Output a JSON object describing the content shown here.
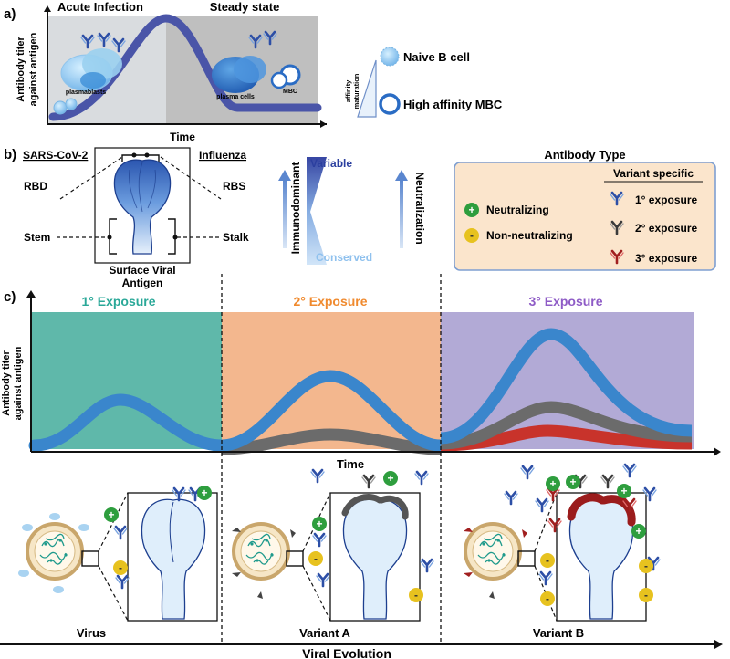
{
  "panel_a": {
    "panel_label": "a)",
    "acute_title": "Acute Infection",
    "steady_title": "Steady state",
    "y_label_line1": "Antibody titer",
    "y_label_line2": "against antigen",
    "x_label": "Time",
    "plasmablasts_label": "plasmablasts",
    "plasma_cells_label": "plasma cells",
    "mbc_label": "MBC",
    "affinity_label_line1": "affinity",
    "affinity_label_line2": "maturation",
    "naive_label": "Naive B cell",
    "high_affinity_label": "High affinity MBC"
  },
  "panel_b": {
    "panel_label": "b)",
    "sars_label": "SARS-CoV-2",
    "influenza_label": "Influenza",
    "rbd_label": "RBD",
    "rbs_label": "RBS",
    "stem_label": "Stem",
    "stalk_label": "Stalk",
    "antigen_line1": "Surface Viral",
    "antigen_line2": "Antigen",
    "immunodominant_label": "Immunodominant",
    "neutralization_label": "Neutralization",
    "variable_label": "Variable",
    "conserved_label": "Conserved",
    "legend_title": "Antibody Type",
    "variant_specific": "Variant specific",
    "neutralizing": "Neutralizing",
    "non_neutralizing": "Non-neutralizing",
    "exposure_1": "1° exposure",
    "exposure_2": "2° exposure",
    "exposure_3": "3° exposure",
    "plus_sign": "+",
    "minus_sign": "-"
  },
  "panel_c": {
    "panel_label": "c)",
    "y_label_line1": "Antibody titer",
    "y_label_line2": "against antigen",
    "x_label": "Time",
    "exposures": [
      {
        "label": "1° Exposure",
        "bg": "#5fb8aa",
        "title_color": "#2aa898"
      },
      {
        "label": "2° Exposure",
        "bg": "#f3b78e",
        "title_color": "#f08a2e"
      },
      {
        "label": "3° Exposure",
        "bg": "#b2aad6",
        "title_color": "#8e5bc6"
      }
    ],
    "virus_label": "Virus",
    "variant_a_label": "Variant A",
    "variant_b_label": "Variant B",
    "evolution_label": "Viral Evolution",
    "plus_sign": "+",
    "minus_sign": "-"
  },
  "colors": {
    "blue_curve": "#3a86cc",
    "gray_curve": "#6b6b6b",
    "red_curve": "#c8332b",
    "panel_a_curve": "#4a55a8",
    "neutral_green": "#2e9e3e",
    "nonneutral_yellow": "#e7c21f",
    "ab_blue": "#2d4fa6",
    "ab_gray": "#4a4a4a",
    "ab_red": "#b22525",
    "legend_bg": "#fbe5cc",
    "legend_border": "#7f9fd1"
  }
}
